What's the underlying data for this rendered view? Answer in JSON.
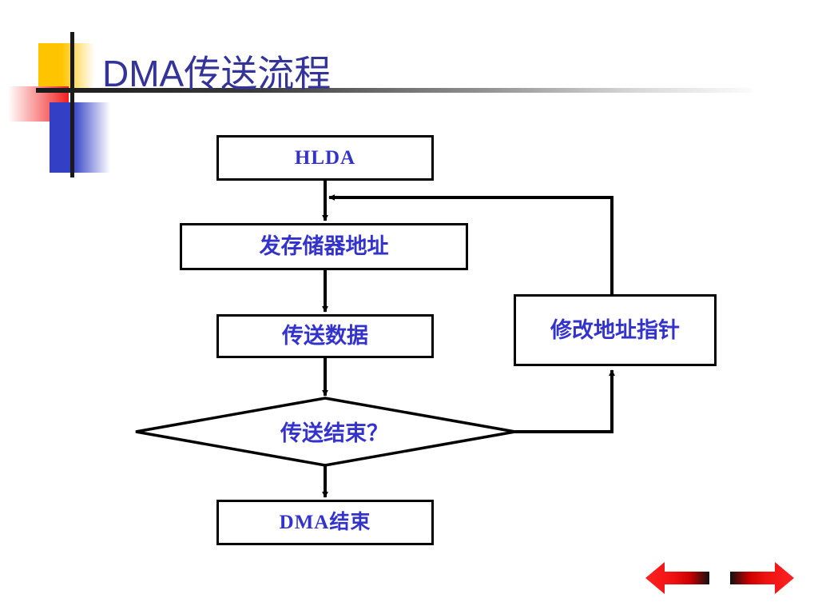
{
  "slide": {
    "title": "DMA传送流程",
    "title_color": "#333399",
    "node_text_color": "#3333cc",
    "node_border_color": "#000000",
    "background": "#ffffff"
  },
  "decoration": {
    "yellow_swatch": "#ffc400",
    "red_swatch": "#f22020",
    "blue_swatch": "#3340c6",
    "rule_color": "#191919"
  },
  "flowchart": {
    "type": "flowchart",
    "nodes": [
      {
        "id": "hlda",
        "label": "HLDA",
        "shape": "rect"
      },
      {
        "id": "sendaddr",
        "label": "发存储器地址",
        "shape": "rect"
      },
      {
        "id": "xferdata",
        "label": "传送数据",
        "shape": "rect"
      },
      {
        "id": "modifyptr",
        "label": "修改地址指针",
        "shape": "rect"
      },
      {
        "id": "decision",
        "label": "传送结束？",
        "shape": "diamond"
      },
      {
        "id": "dmaend",
        "label": "DMA结束",
        "shape": "rect"
      }
    ],
    "edges": [
      {
        "from": "hlda",
        "to": "sendaddr",
        "label": ""
      },
      {
        "from": "sendaddr",
        "to": "xferdata",
        "label": ""
      },
      {
        "from": "xferdata",
        "to": "decision",
        "label": ""
      },
      {
        "from": "decision",
        "to": "dmaend",
        "label": ""
      },
      {
        "from": "decision",
        "to": "modifyptr",
        "label": ""
      },
      {
        "from": "modifyptr",
        "to": "sendaddr",
        "label": ""
      }
    ]
  },
  "nav": {
    "prev_label": "previous-slide",
    "next_label": "next-slide",
    "arrow_color": "#ee1111"
  }
}
